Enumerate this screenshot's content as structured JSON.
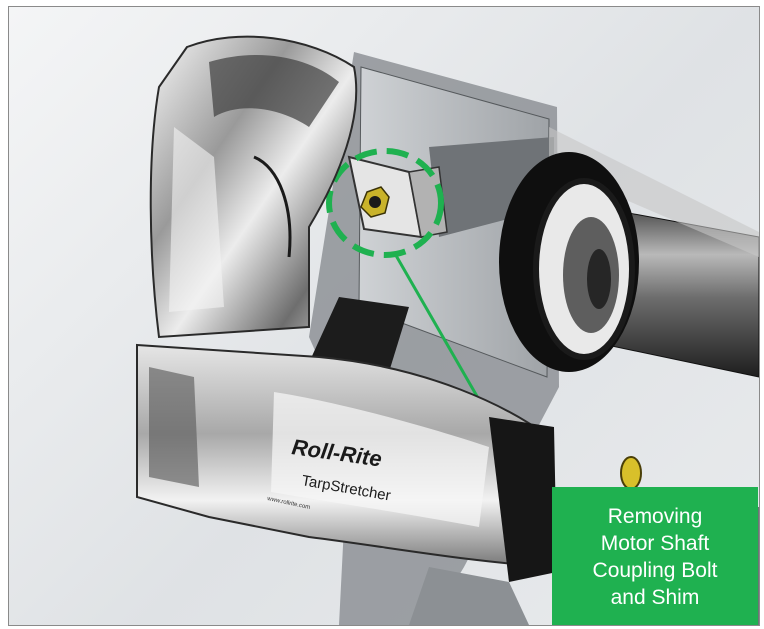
{
  "callout": {
    "text": "Removing\nMotor Shaft\nCoupling Bolt\nand Shim",
    "color": "#1fb150"
  },
  "product_label": {
    "brand": "Roll-Rite",
    "model": "TarpStretcher",
    "website": "www.rollrite.com"
  },
  "highlight": {
    "marker": "dashed-circle",
    "color": "#1fb150"
  }
}
